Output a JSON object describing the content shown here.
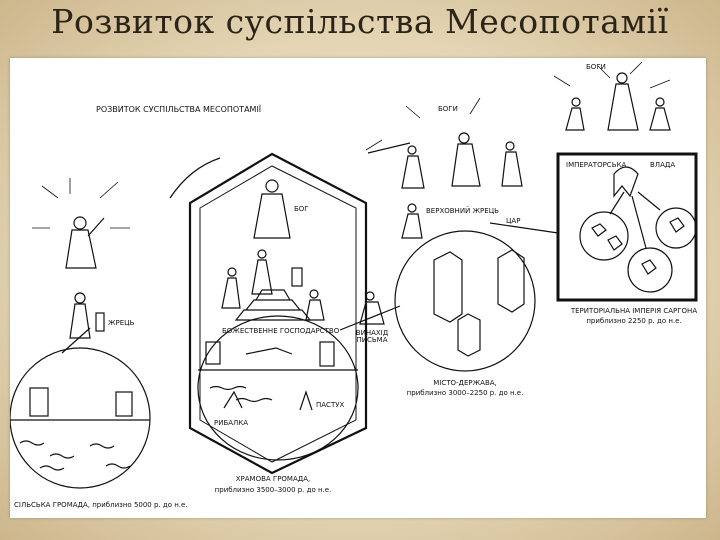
{
  "slide": {
    "title": "Розвиток суспільства Месопотамії"
  },
  "diagram": {
    "heading": "РОЗВИТОК СУСПІЛЬСТВА МЕСОПОТАМІЇ",
    "labels": {
      "gods_top": "БОГИ",
      "gods": "БОГИ",
      "god": "БОГ",
      "high_priest": "ВЕРХОВНИЙ ЖРЕЦЬ",
      "king": "ЦАР",
      "imperial_power": "ІМПЕРАТОРСЬКА",
      "power": "ВЛАДА",
      "priest": "ЖРЕЦЬ",
      "divine_household": "БОЖЕСТВЕННЕ ГОСПОДАРСТВО",
      "writing": "ВИНАХІД ПИСЬМА",
      "fisherman": "РИБАЛКА",
      "shepherd": "ПАСТУХ",
      "temple_community": "ХРАМОВА ГРОМАДА,",
      "temple_date": "приблизно 3500–3000 р. до н.е.",
      "city_state": "МІСТО-ДЕРЖАВА,",
      "city_date": "приблизно 3000–2250 р. до н.е.",
      "empire": "ТЕРИТОРІАЛЬНА ІМПЕРІЯ САРГОНА",
      "empire_date": "приблизно 2250 р. до н.е.",
      "village": "СІЛЬСЬКА ГРОМАДА, приблизно 5000 р. до н.е."
    }
  }
}
